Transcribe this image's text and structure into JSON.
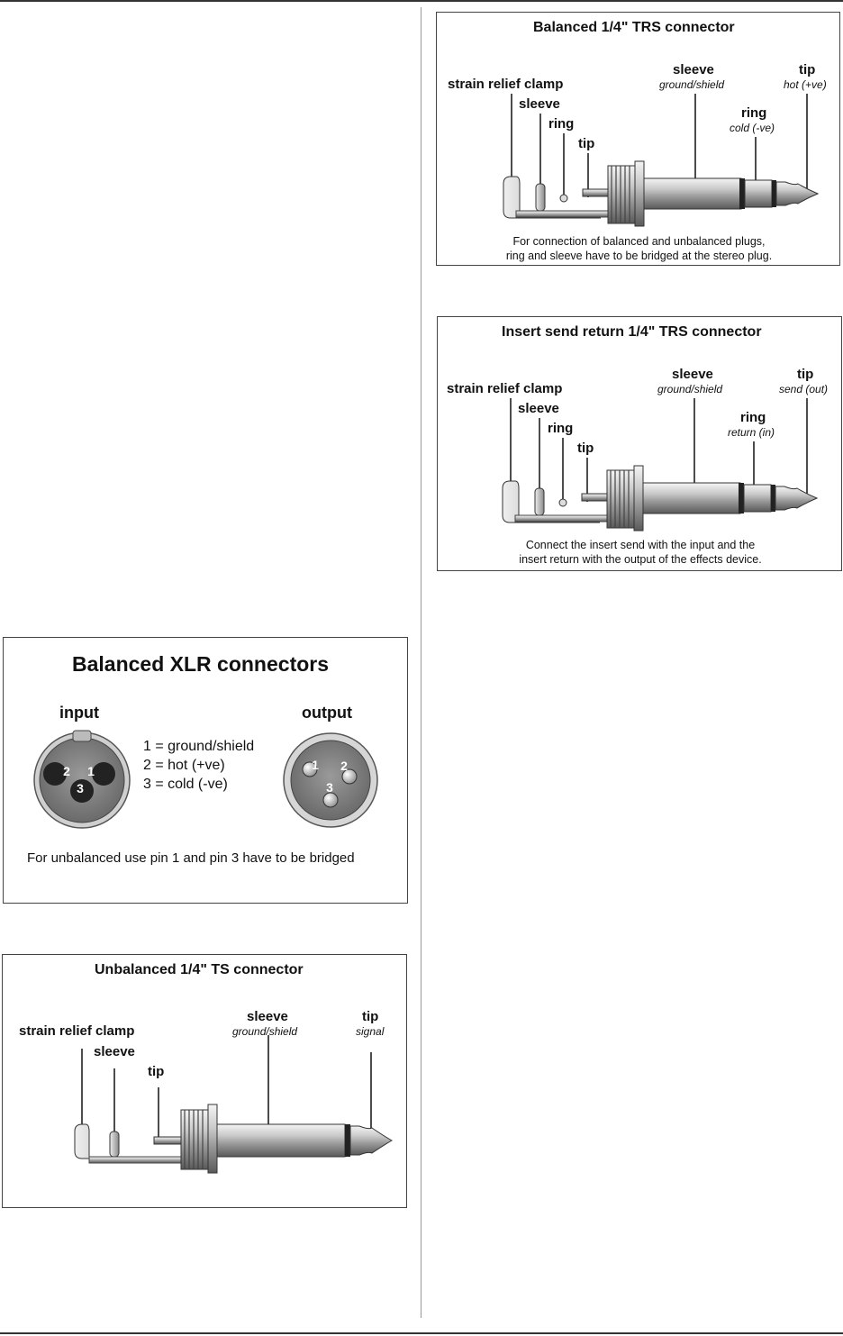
{
  "trs_balanced": {
    "title": "Balanced 1/4\" TRS connector",
    "strain_relief": "strain relief clamp",
    "sleeve_small": "sleeve",
    "ring_small": "ring",
    "tip_small": "tip",
    "sleeve": "sleeve",
    "sleeve_sub": "ground/shield",
    "tip": "tip",
    "tip_sub": "hot (+ve)",
    "ring": "ring",
    "ring_sub": "cold (-ve)",
    "note_line1": "For connection of balanced and unbalanced plugs,",
    "note_line2": "ring and sleeve have to be bridged at the stereo plug."
  },
  "trs_insert": {
    "title": "Insert send return 1/4\" TRS connector",
    "strain_relief": "strain relief clamp",
    "sleeve_small": "sleeve",
    "ring_small": "ring",
    "tip_small": "tip",
    "sleeve": "sleeve",
    "sleeve_sub": "ground/shield",
    "tip": "tip",
    "tip_sub": "send (out)",
    "ring": "ring",
    "ring_sub": "return (in)",
    "note_line1": "Connect the insert send with the input and the",
    "note_line2": "insert return with the output of the effects device."
  },
  "xlr": {
    "title": "Balanced XLR connectors",
    "input_label": "input",
    "output_label": "output",
    "legend1": "1 = ground/shield",
    "legend2": "2 = hot (+ve)",
    "legend3": "3 = cold (-ve)",
    "pin1": "1",
    "pin2": "2",
    "pin3": "3",
    "note": "For unbalanced use pin 1 and pin 3 have to be bridged"
  },
  "ts": {
    "title": "Unbalanced 1/4\" TS connector",
    "strain_relief": "strain relief clamp",
    "sleeve_small": "sleeve",
    "tip_small": "tip",
    "sleeve": "sleeve",
    "sleeve_sub": "ground/shield",
    "tip": "tip",
    "tip_sub": "signal"
  }
}
